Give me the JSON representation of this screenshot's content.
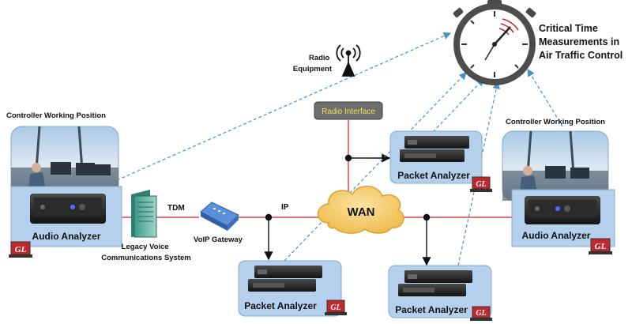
{
  "title_lines": [
    "Critical Time",
    "Measurements in",
    "Air Traffic Control"
  ],
  "radio_label_lines": [
    "Radio",
    "Equipment"
  ],
  "radio_interface": "Radio Interface",
  "left_position_label": "Controller Working Position",
  "right_position_label": "Controller Working Position",
  "audio_analyzer_label": "Audio Analyzer",
  "packet_analyzer_label": "Packet Analyzer",
  "legacy_lines": [
    "Legacy Voice",
    "Communications System"
  ],
  "tdm_label": "TDM",
  "voip_label": "VoIP Gateway",
  "ip_label": "IP",
  "wan_label": "WAN",
  "gl_badge": "GL",
  "colors": {
    "network_line": "#d94545",
    "dashed_link": "#4a90c8",
    "analyzer_panel": "#b4d0ec",
    "cloud": "#f6cf6a",
    "radio_interface_box": "#6e6e6e",
    "radio_interface_text": "#f0e05a",
    "gl_badge": "#c0282d"
  }
}
